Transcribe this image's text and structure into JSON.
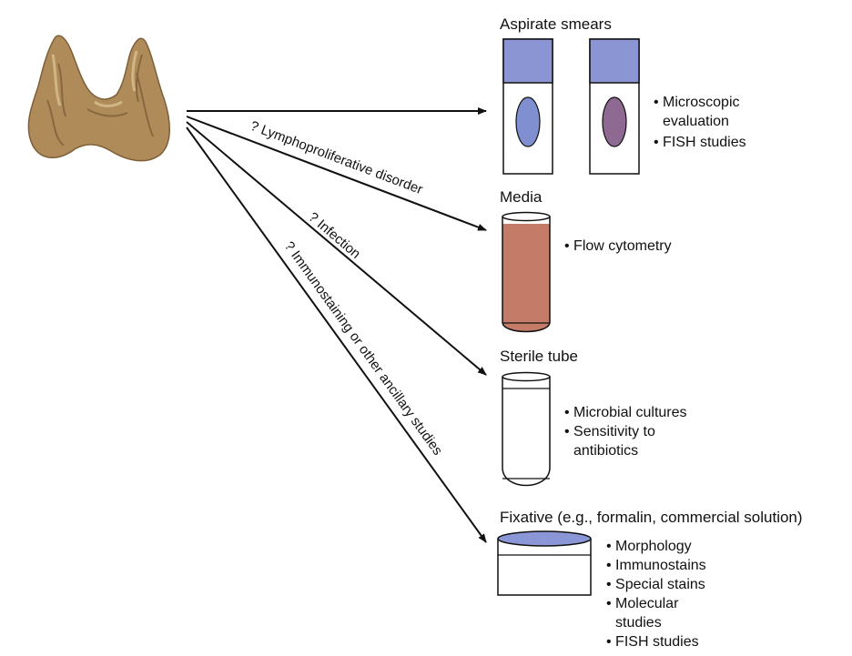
{
  "routes": [
    {
      "label": ""
    },
    {
      "label": "? Lymphoproliferative disorder"
    },
    {
      "label": "? Infection"
    },
    {
      "label": "? Immunostaining or other ancillary studies"
    }
  ],
  "aspirate": {
    "title": "Aspirate smears",
    "bullets": [
      {
        "text": "Microscopic"
      },
      {
        "text": "evaluation"
      },
      {
        "text": "FISH studies"
      }
    ]
  },
  "media": {
    "title": "Media",
    "bullets": [
      {
        "text": "Flow cytometry"
      }
    ]
  },
  "sterile_tube": {
    "title": "Sterile tube",
    "bullets": [
      {
        "text": "Microbial cultures"
      },
      {
        "text": "Sensitivity to"
      },
      {
        "text": "antibiotics"
      }
    ]
  },
  "fixative": {
    "title": "Fixative (e.g., formalin, commercial solution)",
    "bullets": [
      {
        "text": "Morphology"
      },
      {
        "text": "Immunostains"
      },
      {
        "text": "Special stains"
      },
      {
        "text": "Molecular"
      },
      {
        "text": "studies"
      },
      {
        "text": "FISH studies"
      }
    ]
  },
  "colors": {
    "slide_label": "#8b95d4",
    "smear_blue": "#7f8fd0",
    "smear_purple": "#8e6a92",
    "media_fluid": "#c47c68",
    "fixative_top": "#8a96d6",
    "thyroid_base": "#b08b5a",
    "thyroid_shadow": "#7d5f37",
    "thyroid_highlight": "#d9c090",
    "line": "#111111"
  }
}
